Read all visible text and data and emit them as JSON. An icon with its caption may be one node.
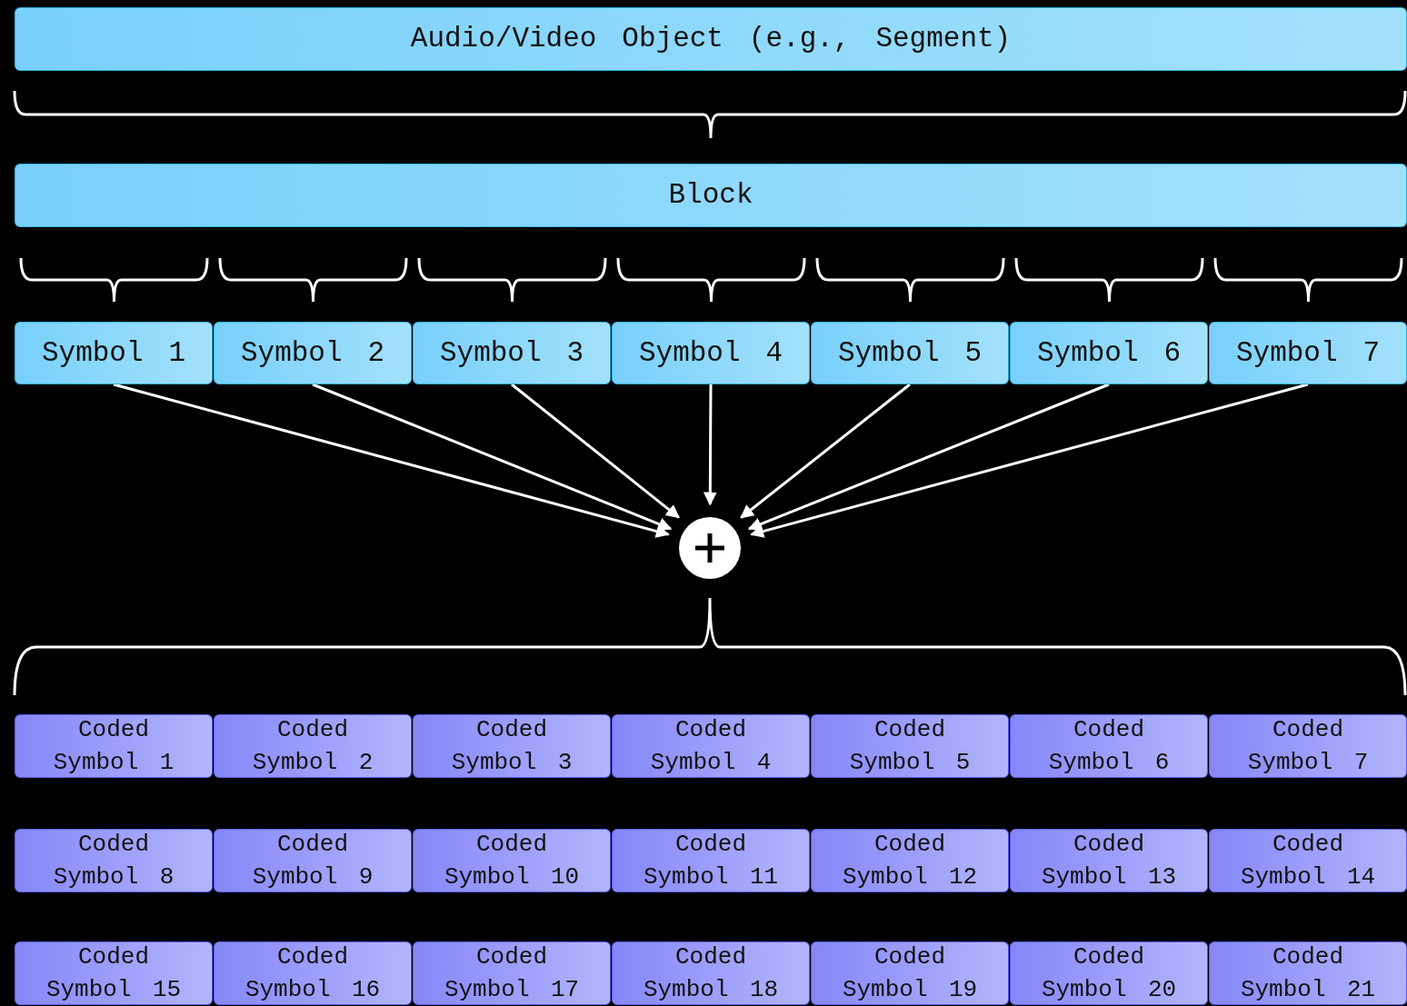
{
  "diagram": {
    "nodes": [
      {
        "text": [
          "Audio/Video Object (e.g., Segment)"
        ]
      },
      {
        "text": [
          "Block"
        ]
      },
      {
        "text": [
          "Symbol 1"
        ]
      },
      {
        "text": [
          "Symbol 2"
        ]
      },
      {
        "text": [
          "Symbol 3"
        ]
      },
      {
        "text": [
          "Symbol 4"
        ]
      },
      {
        "text": [
          "Symbol 5"
        ]
      },
      {
        "text": [
          "Symbol 6"
        ]
      },
      {
        "text": [
          "Symbol 7"
        ]
      },
      {
        "text": [],
        "shape": "circle"
      },
      {
        "text": [
          "Coded Symbol 1"
        ]
      },
      {
        "text": [
          "Coded Symbol 2"
        ]
      },
      {
        "text": [
          "Coded Symbol 3"
        ]
      },
      {
        "text": [
          "Coded Symbol 4"
        ]
      },
      {
        "text": [
          "Coded Symbol 5"
        ]
      },
      {
        "text": [
          "Coded Symbol 6"
        ]
      },
      {
        "text": [
          "Coded Symbol 7"
        ]
      },
      {
        "text": [
          "Coded Symbol 8"
        ]
      },
      {
        "text": [
          "Coded Symbol 9"
        ]
      },
      {
        "text": [
          "Coded Symbol 10"
        ]
      },
      {
        "text": [
          "Coded Symbol 11"
        ]
      },
      {
        "text": [
          "Coded Symbol 12"
        ]
      },
      {
        "text": [
          "Coded Symbol 13"
        ]
      },
      {
        "text": [
          "Coded Symbol 14"
        ]
      },
      {
        "text": [
          "Coded Symbol 15"
        ]
      },
      {
        "text": [
          "Coded Symbol 16"
        ]
      },
      {
        "text": [
          "Coded Symbol 17"
        ]
      },
      {
        "text": [
          "Coded Symbol 18"
        ]
      },
      {
        "text": [
          "Coded Symbol 19"
        ]
      },
      {
        "text": [
          "Coded Symbol 20"
        ]
      },
      {
        "text": [
          "Coded Symbol 21"
        ]
      }
    ],
    "edges": [
      {
        "from": 2,
        "to": 9,
        "arrow": "to"
      },
      {
        "from": 3,
        "to": 9,
        "arrow": "to"
      },
      {
        "from": 4,
        "to": 9,
        "arrow": "to"
      },
      {
        "from": 5,
        "to": 9,
        "arrow": "to"
      },
      {
        "from": 6,
        "to": 9,
        "arrow": "to"
      },
      {
        "from": 7,
        "to": 9,
        "arrow": "to"
      },
      {
        "from": 8,
        "to": 9,
        "arrow": "to"
      }
    ]
  }
}
